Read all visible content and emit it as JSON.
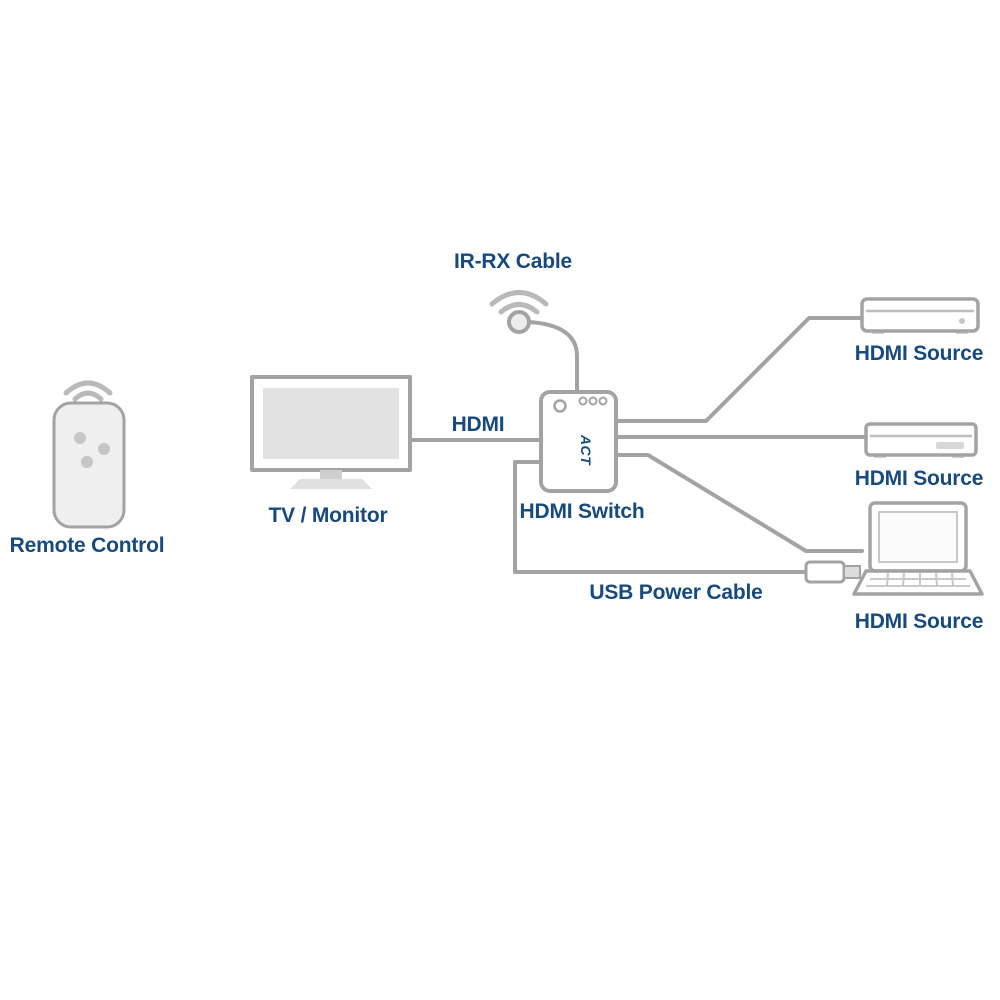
{
  "colors": {
    "accent": "#174a7f",
    "line": "#a3a3a3"
  },
  "labels": {
    "remote_control": "Remote Control",
    "tv_monitor": "TV / Monitor",
    "hdmi": "HDMI",
    "hdmi_switch": "HDMI Switch",
    "ir_rx_cable": "IR-RX Cable",
    "usb_power_cable": "USB Power Cable",
    "switch_logo": "ACT"
  },
  "sources": [
    {
      "label": "HDMI Source"
    },
    {
      "label": "HDMI Source"
    },
    {
      "label": "HDMI Source"
    }
  ]
}
